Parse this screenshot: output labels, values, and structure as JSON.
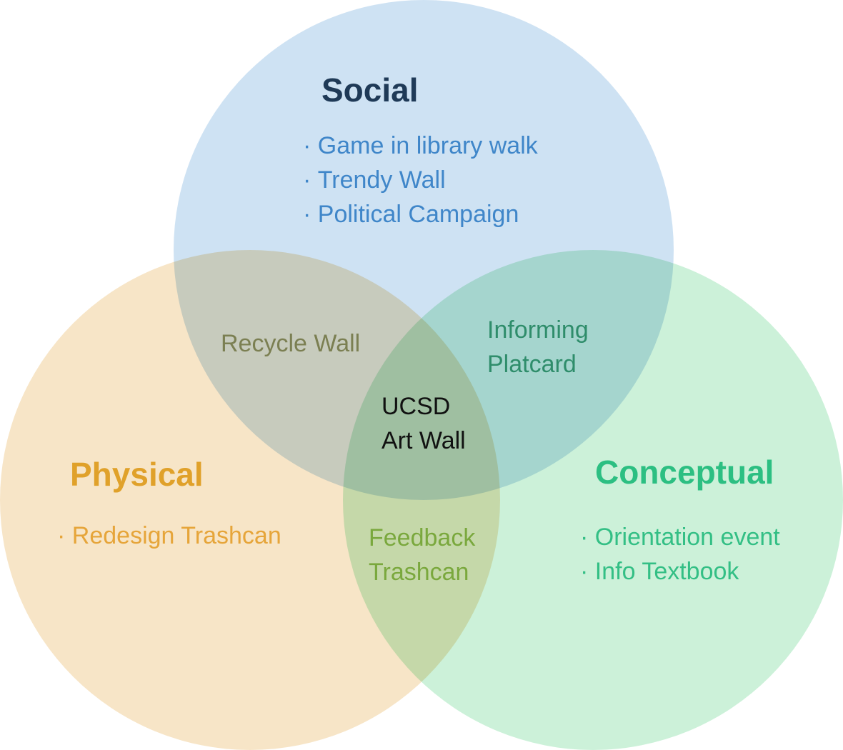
{
  "colors": {
    "social_fill": "#c5ddf1",
    "physical_fill": "#f6e0bd",
    "conceptual_fill": "#bfeecf",
    "social_title": "#1f3a57",
    "social_items": "#3f86c9",
    "physical_title": "#e0a12a",
    "physical_items": "#e6a53a",
    "conceptual_title": "#2cbf82",
    "conceptual_items": "#33bf85",
    "social_physical": "#7b7f52",
    "social_conceptual": "#2f8d6b",
    "physical_conceptual": "#7aa83d",
    "center": "#111111"
  },
  "sets": {
    "social": {
      "title": "Social",
      "items": [
        "Game in library walk",
        "Trendy Wall",
        "Political Campaign"
      ]
    },
    "physical": {
      "title": "Physical",
      "items": [
        "Redesign Trashcan"
      ]
    },
    "conceptual": {
      "title": "Conceptual",
      "items": [
        "Orientation event",
        "Info Textbook"
      ]
    }
  },
  "overlaps": {
    "social_physical": [
      "Recycle Wall"
    ],
    "social_conceptual": [
      "Informing",
      "Platcard"
    ],
    "physical_conceptual": [
      "Feedback",
      "Trashcan"
    ],
    "center": [
      "UCSD",
      "Art Wall"
    ]
  }
}
